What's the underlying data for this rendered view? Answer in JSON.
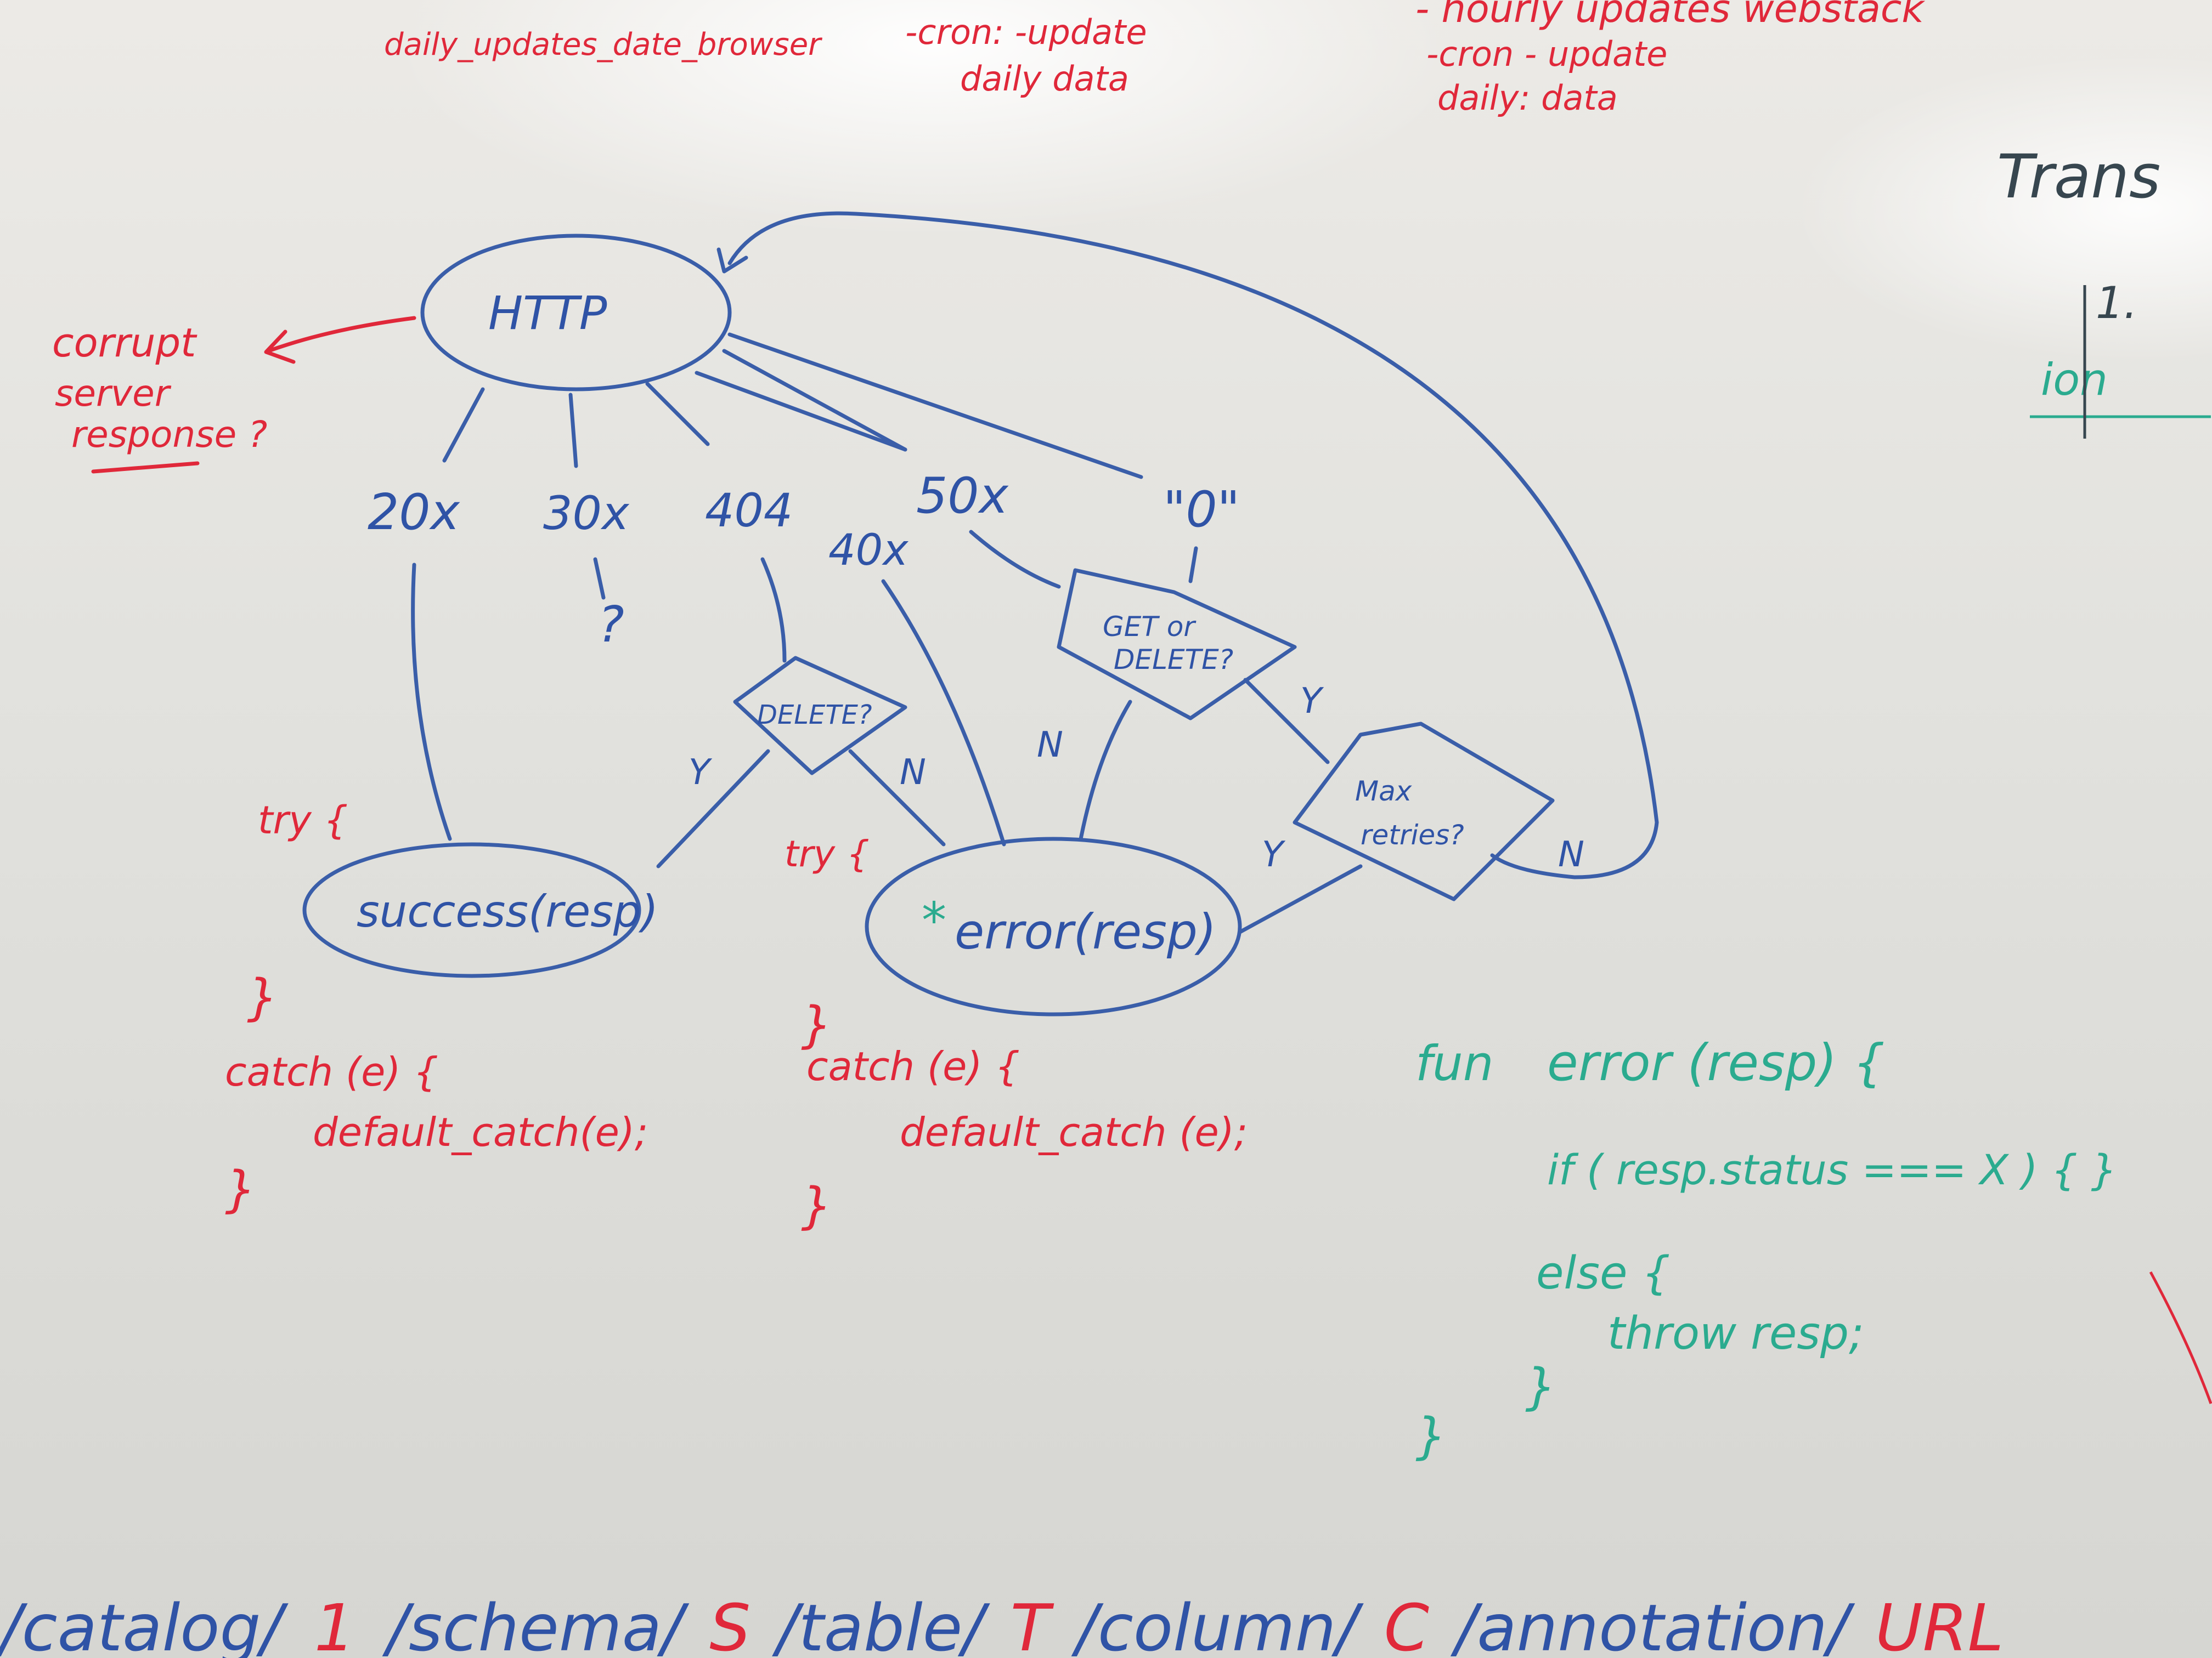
{
  "top_notes": {
    "left_line1": "daily_updates_date_browser",
    "left_cron": "-cron: -update",
    "left_cron2": "daily data",
    "right_line1": "- hourly updates webstack",
    "right_cron": "-cron  - update",
    "right_cron2": "daily:   data"
  },
  "right_edge": {
    "word": "Trans",
    "item": "1.",
    "word2": "ion"
  },
  "side_note": {
    "line1": "corrupt",
    "line2": "server",
    "line3": "response ?"
  },
  "flowchart": {
    "root": "HTTP",
    "codes": [
      "20x",
      "30x",
      "404",
      "40x",
      "50x",
      "\"0\""
    ],
    "unknown": "?",
    "delete_q": "DELETE?",
    "get_delete_q": "GET or DELETE?",
    "get_or": "GET or",
    "delete_word": "DELETE?",
    "max_retries_q": "Max retries?",
    "max": "Max",
    "retries": "retries?",
    "yes": "Y",
    "no": "N",
    "success_call": "success(resp)",
    "error_call": "error(resp)",
    "error_star": "*"
  },
  "code_left": {
    "try": "try {",
    "close": "}",
    "catch": "catch (e) {",
    "body": "default_catch(e);",
    "end": "}"
  },
  "code_mid": {
    "try": "try {",
    "close": "}",
    "catch": "catch (e) {",
    "body": "default_catch (e);",
    "end": "}"
  },
  "code_right": {
    "line1_kw": "fun",
    "line1": "error (resp) {",
    "line2": "if ( resp.status === X ) { }",
    "line3": "else {",
    "line4": "throw resp;",
    "line5": "}",
    "line6": "}"
  },
  "url_path": {
    "seg1": "/catalog/",
    "id1": "1",
    "seg2": "/schema/",
    "id2": "S",
    "seg3": "/table/",
    "id3": "T",
    "seg4": "/column/",
    "id4": "C",
    "seg5": "/annotation/",
    "id5": "URL"
  },
  "colors": {
    "blue": "#2f53a6",
    "red": "#e0283a",
    "green": "#2bab8f"
  }
}
